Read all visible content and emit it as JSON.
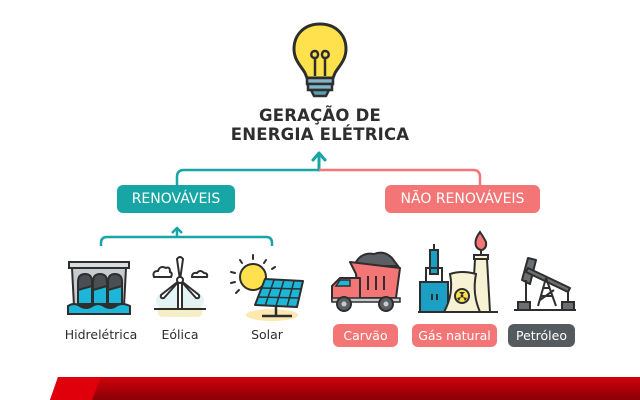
{
  "title": {
    "line1": "GERAÇÃO DE",
    "line2": "ENERGIA ELÉTRICA",
    "icon": "lightbulb-icon"
  },
  "colors": {
    "teal": "#17a5a5",
    "coral": "#f47575",
    "dark_gray": "#555a5e",
    "text": "#2e2e2e",
    "bar_red": "#c8000a"
  },
  "categories": {
    "renewable": {
      "label": "RENOVÁVEIS",
      "items": [
        {
          "label": "Hidrelétrica",
          "icon": "hydroelectric-dam-icon"
        },
        {
          "label": "Eólica",
          "icon": "wind-turbine-icon"
        },
        {
          "label": "Solar",
          "icon": "solar-panel-icon"
        }
      ]
    },
    "non_renewable": {
      "label": "NÃO RENOVÁVEIS",
      "items": [
        {
          "label": "Carvão",
          "icon": "coal-truck-icon"
        },
        {
          "label": "Gás natural",
          "icon": "gas-plant-icon"
        },
        {
          "label": "Petróleo",
          "icon": "oil-pump-icon"
        }
      ]
    }
  }
}
